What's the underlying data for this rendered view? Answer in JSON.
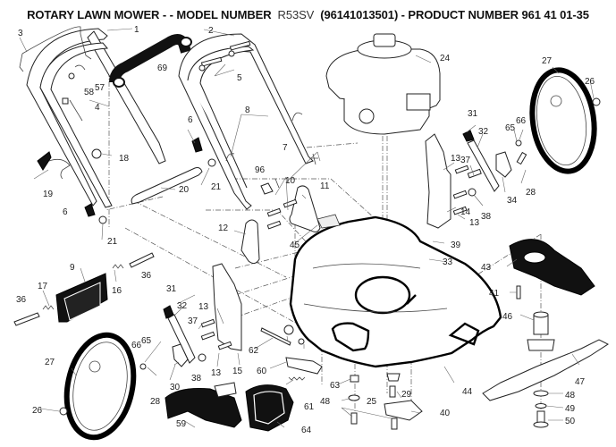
{
  "header": {
    "title_prefix": "ROTARY LAWN MOWER - - MODEL NUMBER",
    "model": "R53SV",
    "title_suffix": "(96141013501) - PRODUCT NUMBER 961 41 01-35"
  },
  "callouts": [
    {
      "id": "c1",
      "text": "1"
    },
    {
      "id": "c2",
      "text": "2"
    },
    {
      "id": "c3",
      "text": "3"
    },
    {
      "id": "c4",
      "text": "4"
    },
    {
      "id": "c5",
      "text": "5"
    },
    {
      "id": "c6a",
      "text": "6"
    },
    {
      "id": "c6b",
      "text": "6"
    },
    {
      "id": "c7",
      "text": "7"
    },
    {
      "id": "c8",
      "text": "8"
    },
    {
      "id": "c9",
      "text": "9"
    },
    {
      "id": "c10",
      "text": "10"
    },
    {
      "id": "c11",
      "text": "11"
    },
    {
      "id": "c12",
      "text": "12"
    },
    {
      "id": "c13a",
      "text": "13"
    },
    {
      "id": "c13b",
      "text": "13"
    },
    {
      "id": "c13c",
      "text": "13"
    },
    {
      "id": "c13d",
      "text": "13"
    },
    {
      "id": "c14",
      "text": "14"
    },
    {
      "id": "c15",
      "text": "15"
    },
    {
      "id": "c16",
      "text": "16"
    },
    {
      "id": "c17",
      "text": "17"
    },
    {
      "id": "c18",
      "text": "18"
    },
    {
      "id": "c19",
      "text": "19"
    },
    {
      "id": "c20",
      "text": "20"
    },
    {
      "id": "c21a",
      "text": "21"
    },
    {
      "id": "c21b",
      "text": "21"
    },
    {
      "id": "c24",
      "text": "24"
    },
    {
      "id": "c25",
      "text": "25"
    },
    {
      "id": "c26a",
      "text": "26"
    },
    {
      "id": "c26b",
      "text": "26"
    },
    {
      "id": "c27a",
      "text": "27"
    },
    {
      "id": "c27b",
      "text": "27"
    },
    {
      "id": "c28a",
      "text": "28"
    },
    {
      "id": "c28b",
      "text": "28"
    },
    {
      "id": "c29",
      "text": "29"
    },
    {
      "id": "c30",
      "text": "30"
    },
    {
      "id": "c31a",
      "text": "31"
    },
    {
      "id": "c31b",
      "text": "31"
    },
    {
      "id": "c32a",
      "text": "32"
    },
    {
      "id": "c32b",
      "text": "32"
    },
    {
      "id": "c33",
      "text": "33"
    },
    {
      "id": "c34",
      "text": "34"
    },
    {
      "id": "c36a",
      "text": "36"
    },
    {
      "id": "c36b",
      "text": "36"
    },
    {
      "id": "c37a",
      "text": "37"
    },
    {
      "id": "c37b",
      "text": "37"
    },
    {
      "id": "c38a",
      "text": "38"
    },
    {
      "id": "c38b",
      "text": "38"
    },
    {
      "id": "c39",
      "text": "39"
    },
    {
      "id": "c40",
      "text": "40"
    },
    {
      "id": "c41",
      "text": "41"
    },
    {
      "id": "c43",
      "text": "43"
    },
    {
      "id": "c44",
      "text": "44"
    },
    {
      "id": "c45",
      "text": "45"
    },
    {
      "id": "c46",
      "text": "46"
    },
    {
      "id": "c47",
      "text": "47"
    },
    {
      "id": "c48a",
      "text": "48"
    },
    {
      "id": "c48b",
      "text": "48"
    },
    {
      "id": "c49",
      "text": "49"
    },
    {
      "id": "c50",
      "text": "50"
    },
    {
      "id": "c57",
      "text": "57"
    },
    {
      "id": "c58",
      "text": "58"
    },
    {
      "id": "c59",
      "text": "59"
    },
    {
      "id": "c60",
      "text": "60"
    },
    {
      "id": "c61",
      "text": "61"
    },
    {
      "id": "c62",
      "text": "62"
    },
    {
      "id": "c63",
      "text": "63"
    },
    {
      "id": "c64",
      "text": "64"
    },
    {
      "id": "c65a",
      "text": "65"
    },
    {
      "id": "c65b",
      "text": "65"
    },
    {
      "id": "c66a",
      "text": "66"
    },
    {
      "id": "c66b",
      "text": "66"
    },
    {
      "id": "c69",
      "text": "69"
    },
    {
      "id": "c96",
      "text": "96"
    }
  ]
}
